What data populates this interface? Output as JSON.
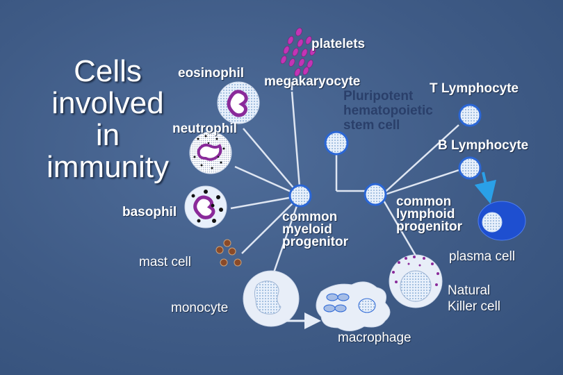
{
  "slide": {
    "title": "Cells involved in immunity",
    "title_lines": [
      "Cells",
      "involved",
      "in",
      "immunity"
    ]
  },
  "labels": {
    "platelets": "platelets",
    "eosinophil": "eosinophil",
    "megakaryocyte": "megakaryocyte",
    "t_lymphocyte": "T Lymphocyte",
    "pluripotent_stem_cell": [
      "Pluripotent",
      "hematopoietic",
      "stem cell"
    ],
    "neutrophil": "neutrophil",
    "b_lymphocyte": "B Lymphocyte",
    "basophil": "basophil",
    "common_myeloid_progenitor": [
      "common",
      "myeloid",
      "progenitor"
    ],
    "common_lymphoid_progenitor": [
      "common",
      "lymphoid",
      "progenitor"
    ],
    "mast_cell": "mast cell",
    "plasma_cell": "plasma cell",
    "monocyte": "monocyte",
    "natural_killer_cell": [
      "Natural",
      "Killer cell"
    ],
    "macrophage": "macrophage"
  },
  "colors": {
    "background": "#3f5b86",
    "label": "#ffffff",
    "pluripotent_label": "#2a3f6a",
    "connector": "#dfe6f2",
    "cell_core": "#c7dcf5",
    "cell_ring": "#2a66d6",
    "purple": "#8a2a9a",
    "magenta": "#c235b5",
    "arrow_blue": "#2aa0e8"
  }
}
